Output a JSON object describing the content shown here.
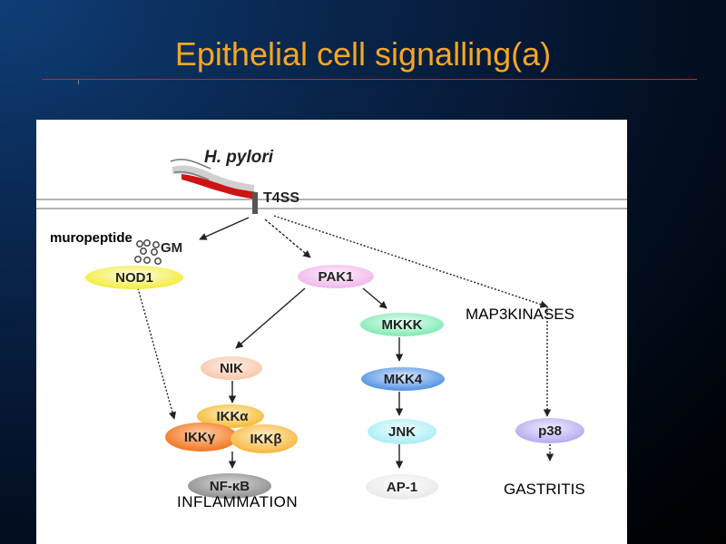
{
  "slide": {
    "title": "Epithelial cell signalling(a)"
  },
  "diagram": {
    "organism": "H. pylori",
    "secretion_system": "T4SS",
    "gm_label": "GM",
    "muropeptide_label": "muropeptide",
    "annotations": {
      "map3kinases": "MAP3KINASES",
      "inflammation": "INFLAMMATION",
      "gastritis": "GASTRITIS"
    },
    "nodes": {
      "nod1": "NOD1",
      "pak1": "PAK1",
      "mkkk": "MKKK",
      "nik": "NIK",
      "mkk4": "MKK4",
      "ikka": "IKKα",
      "ikky": "IKKγ",
      "ikkb": "IKKβ",
      "jnk": "JNK",
      "p38": "p38",
      "nfkb": "NF-κB",
      "ap1": "AP-1"
    },
    "colors": {
      "nod1": "#f2ec3a",
      "pak1": "#f0b6ec",
      "mkkk": "#7fe8b2",
      "nik": "#f7c6a8",
      "mkk4": "#4f8fe0",
      "ikka": "#f5b92e",
      "ikky": "#f07420",
      "ikkb": "#f7b53c",
      "jnk": "#a8ecf5",
      "p38": "#b3aaf0",
      "nfkb": "#8e8e8e",
      "ap1": "#e8e8e8",
      "title": "#f5a623",
      "rule": "#c0292b"
    }
  }
}
